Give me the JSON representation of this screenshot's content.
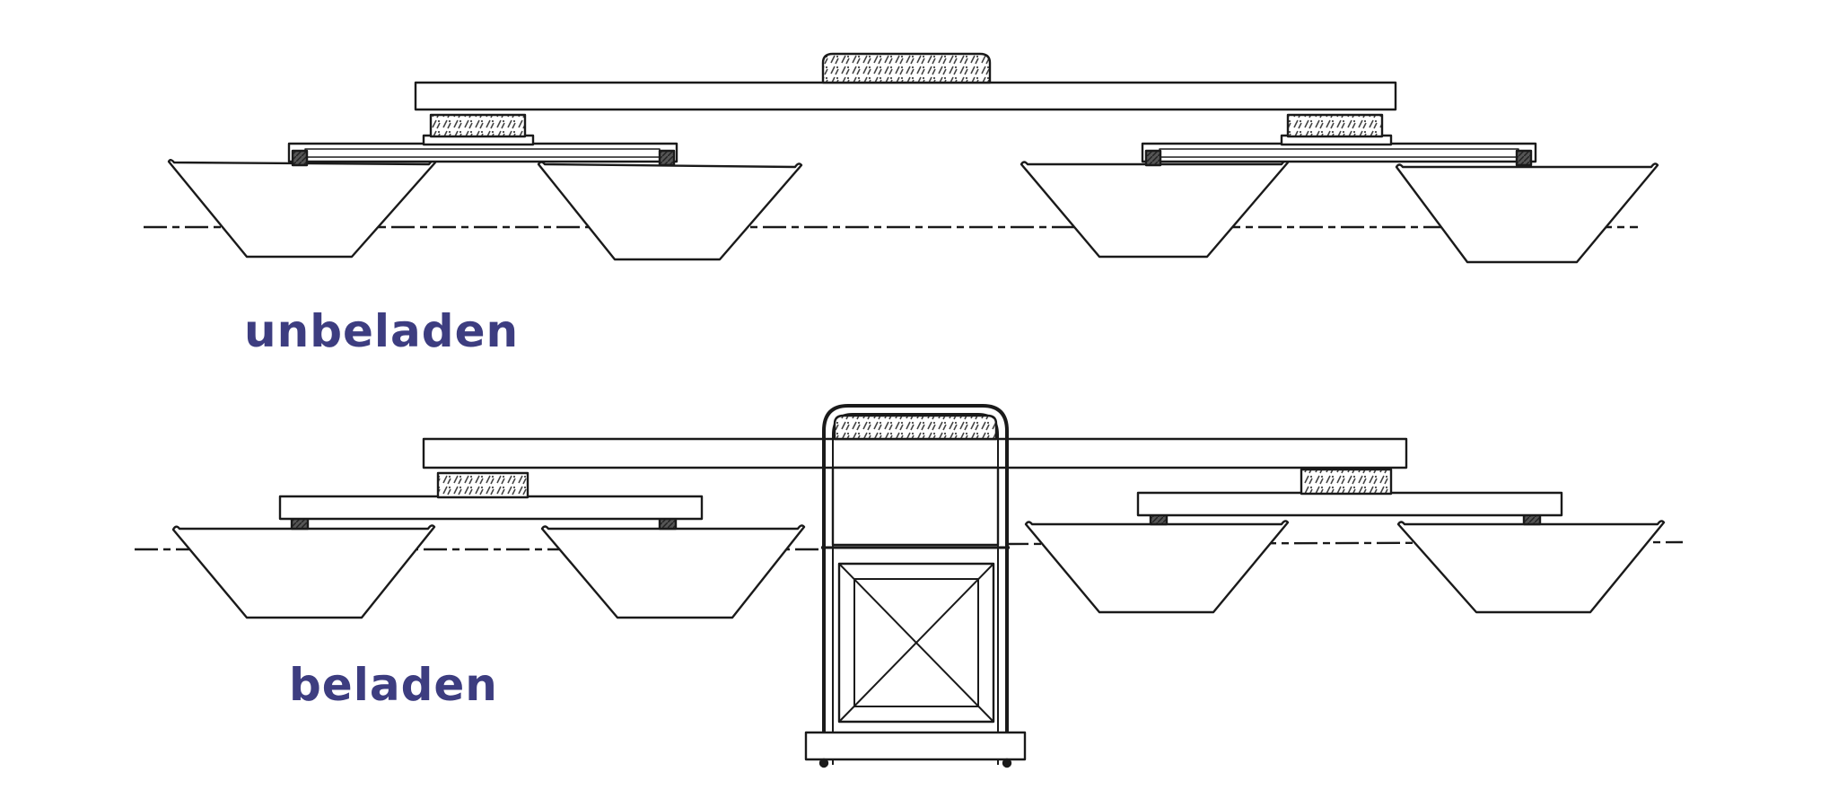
{
  "labels": {
    "unloaded": "unbeladen",
    "loaded": "beladen"
  },
  "colors": {
    "label": "#3d3d80",
    "line": "#1a1a1a",
    "hatch": "#444444"
  },
  "icons": {
    "cargo": "hatched-load-block",
    "pontoon": "trapezoid-hull",
    "support": "hatched-bearing-block"
  }
}
